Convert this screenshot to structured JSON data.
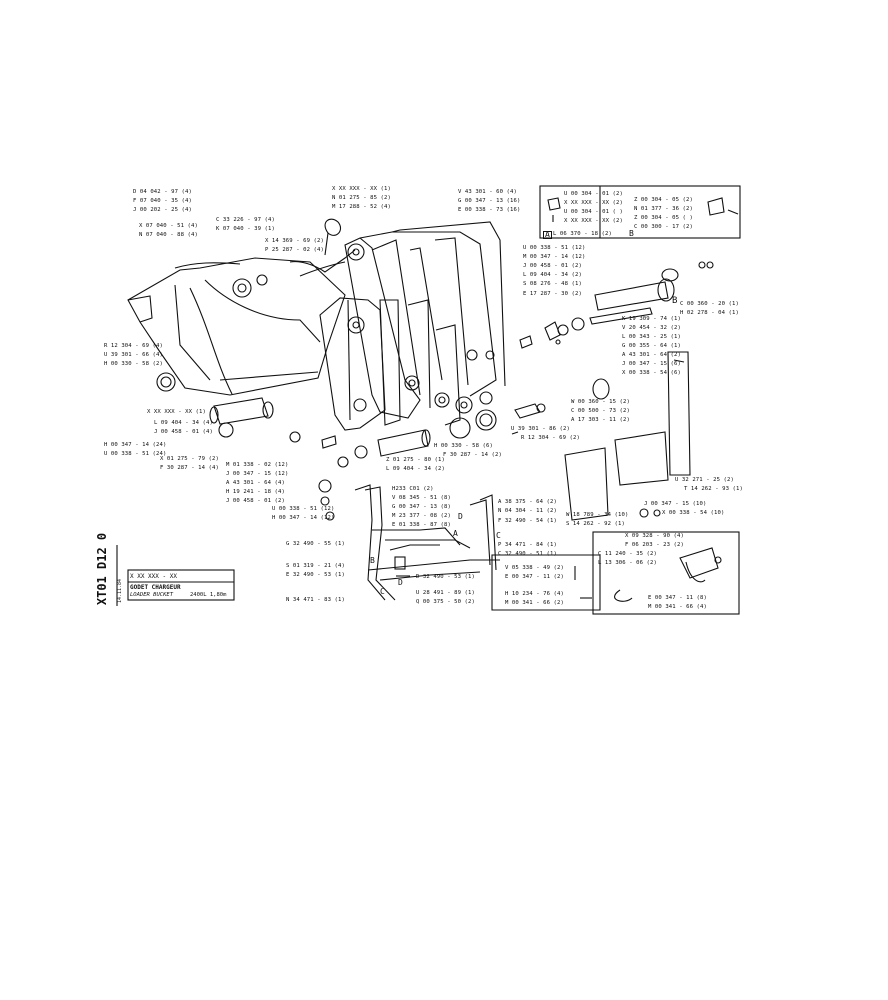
{
  "labels": {
    "a": [
      "D 04 042 - 97 (4)",
      "F 07 040 - 35 (4)",
      "J 00 202 - 25 (4)",
      "C 33 226 - 97 (4)",
      "K 07 040 - 39 (1)",
      "X 07 040 - 51 (4)",
      "N 07 040 - 88 (4)"
    ],
    "b": [
      "X XX XXX - XX (1)",
      "N 01 275 - 85 (2)",
      "M 17 288 - 52 (4)",
      "X 14 369 - 69 (2)",
      "P 25 287 - 02 (4)"
    ],
    "c": [
      "V 43 301 - 60 (4)",
      "G 00 347 - 13 (16)",
      "E 00 338 - 73 (16)"
    ],
    "d": [
      "U 00 304 - 01 (2)",
      "X XX XXX - XX (2)",
      "U 00 304 - 01 ( )",
      "X XX XXX - XX (2)",
      "L 06 370 - 18 (2)",
      "Z 00 304 - 05 (2)",
      "N 01 377 - 36 (2)",
      "Z 00 304 - 05 ( )",
      "C 00 300 - 17 (2)"
    ],
    "e": [
      "U 00 338 - 51 (12)",
      "M 00 347 - 14 (12)",
      "J 00 458 - 01 (2)",
      "L 09 404 - 34 (2)",
      "S 08 276 - 48 (1)",
      "E 17 287 - 30 (2)",
      "C 00 360 - 20 (1)",
      "H 02 278 - 04 (1)"
    ],
    "f": [
      "K 19 309 - 74 (1)",
      "V 20 454 - 32 (2)",
      "L 00 343 - 25 (1)",
      "G 00 355 - 64 (1)",
      "A 43 301 - 64 (2)",
      "J 00 347 - 15 (6)",
      "X 00 338 - 54 (6)"
    ],
    "g": [
      "R 12 304 - 69 (4)",
      "U 39 301 - 66 (4)",
      "H 00 330 - 58 (2)"
    ],
    "h": [
      "X XX XXX - XX (1)",
      "L 09 404 - 34 (4)",
      "J 00 458 - 01 (4)",
      "H 00 347 - 14 (24)",
      "U 00 338 - 51 (24)",
      "X 01 275 - 79 (2)",
      "F 30 287 - 14 (4)"
    ],
    "i": [
      "M 01 338 - 02 (12)",
      "J 00 347 - 15 (12)",
      "A 43 301 - 64 (4)",
      "H 19 241 - 18 (4)",
      "J 00 458 - 01 (2)",
      "U 00 338 - 51 (12)",
      "H 00 347 - 14 (12)",
      "Z 01 275 - 80 (1)",
      "L 09 404 - 34 (2)"
    ],
    "j": [
      "W 00 360 - 15 (2)",
      "C 00 500 - 73 (2)",
      "A 17 303 - 11 (2)",
      "U 39 301 - 86 (2)",
      "R 12 304 - 69 (2)",
      "H 00 330 - 58 (6)",
      "F 30 287 - 14 (2)"
    ],
    "k": [
      "U 32 271 - 25 (2)",
      "T 14 262 - 93 (1)",
      "J 00 347 - 15 (10)",
      "X 00 338 - 54 (10)",
      "W 18 789 - 34 (10)",
      "S 14 262 - 92 (1)"
    ],
    "l": [
      "H233 C01 (2)",
      "V 08 345 - 51 (8)",
      "G 00 347 - 13 (8)",
      "M 23 377 - 08 (2)",
      "E 01 338 - 87 (8)",
      "A 38 375 - 64 (2)",
      "N 04 304 - 11 (2)",
      "F 32 490 - 54 (1)",
      "P 34 471 - 84 (1)",
      "C 32 490 - 51 (1)"
    ],
    "m": [
      "G 32 490 - 55 (1)",
      "S 01 319 - 21 (4)",
      "E 32 490 - 53 (1)",
      "D 32 490 - 53 (1)",
      "U 28 491 - 89 (1)",
      "Q 00 375 - 50 (2)",
      "N 34 471 - 83 (1)"
    ],
    "n": [
      "V 05 338 - 49 (2)",
      "E 00 347 - 11 (2)",
      "H 10 234 - 76 (4)",
      "M 00 341 - 66 (2)"
    ],
    "o": [
      "X 09 328 - 90 (4)",
      "F 06 203 - 23 (2)",
      "C 11 240 - 35 (2)",
      "L 13 306 - 06 (2)",
      "E 00 347 - 11 (8)",
      "M 00 341 - 66 (4)"
    ]
  },
  "callouts": {
    "A": "A",
    "B": "B",
    "C": "C",
    "D": "D",
    "A2": "A",
    "B2": "B",
    "C2": "C",
    "D2": "D"
  },
  "titleblock": {
    "code": "X XX XXX - XX",
    "fr": "GODET CHARGEUR",
    "en": "LOADER BUCKET",
    "spec": "2400L  1,80m",
    "sheet": "XT01 D12 0",
    "date": "14.11.84"
  }
}
